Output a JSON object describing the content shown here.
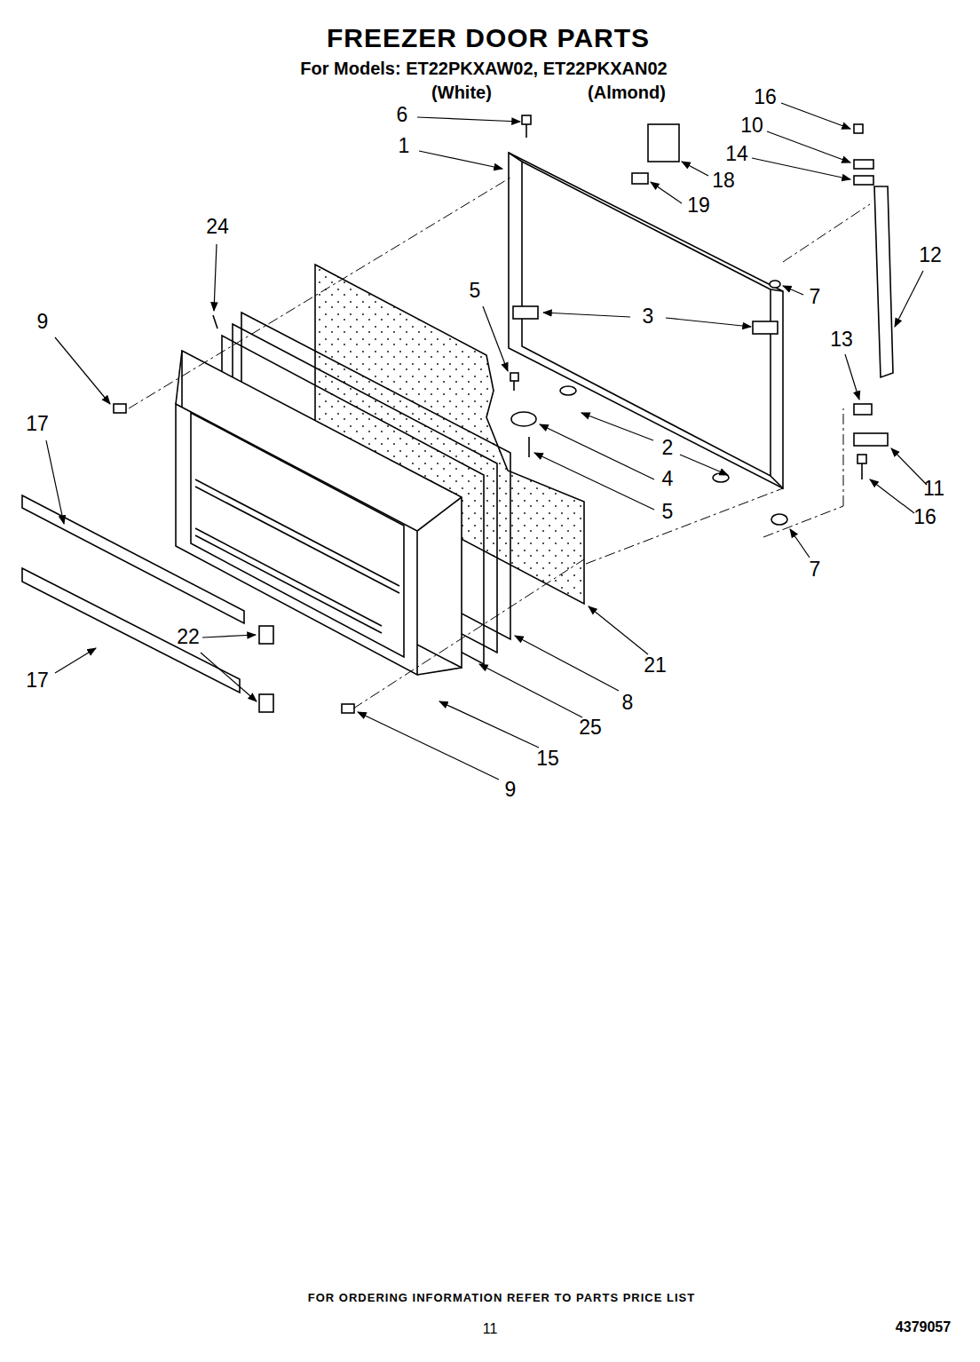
{
  "diagram": {
    "title": "FREEZER DOOR PARTS",
    "labels": [
      "For Models: ET22PKXAW02, ET22PKXAN02",
      "(White)",
      "(Almond)",
      "6",
      "1",
      "16",
      "10",
      "14",
      "18",
      "19",
      "24",
      "12",
      "5",
      "3",
      "7",
      "9",
      "13",
      "17",
      "2",
      "4",
      "11",
      "5",
      "16",
      "7",
      "22",
      "21",
      "17",
      "8",
      "25",
      "15",
      "9",
      "FOR ORDERING INFORMATION REFER TO PARTS PRICE LIST",
      "11",
      "4379057"
    ]
  }
}
